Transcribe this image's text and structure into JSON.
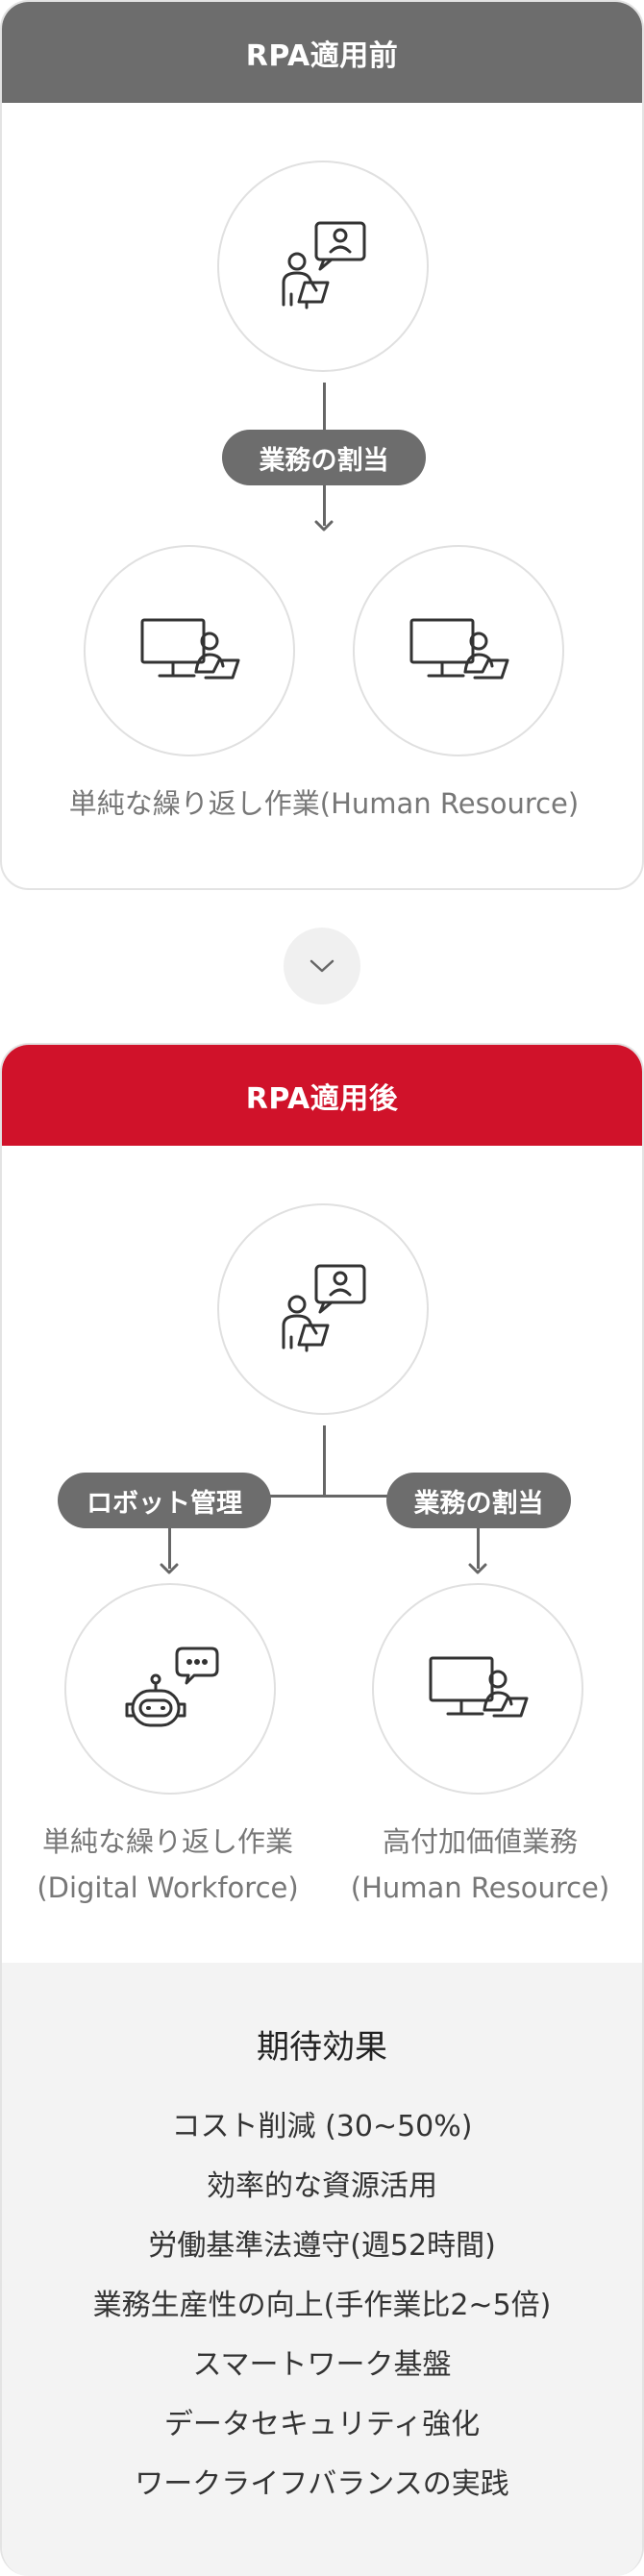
{
  "before": {
    "title": "RPA適用前",
    "assign_label": "業務の割当",
    "caption": "単純な繰り返し作業(Human Resource)"
  },
  "after": {
    "title": "RPA適用後",
    "robot_label": "ロボット管理",
    "assign_label": "業務の割当",
    "left_caption_line1": "単純な繰り返し作業",
    "left_caption_line2": "(Digital Workforce)",
    "right_caption_line1": "高付加価値業務",
    "right_caption_line2": "(Human Resource)"
  },
  "effects": {
    "title": "期待効果",
    "items": [
      "コスト削減 (30~50%)",
      "効率的な資源活用",
      "労働基準法遵守(週52時間)",
      "業務生産性の向上(手作業比2~5倍)",
      "スマートワーク基盤",
      "データセキュリティ強化",
      "ワークライフバランスの実践"
    ]
  },
  "icons": {
    "manager": "manager-presenting-icon",
    "worker": "worker-at-computer-icon",
    "robot": "robot-chat-icon",
    "toggle": "chevron-down-icon"
  },
  "colors": {
    "before_header": "#6d6d6d",
    "after_header": "#d0122a",
    "pill": "#6d6d6d",
    "effects_bg": "#f3f3f3"
  }
}
